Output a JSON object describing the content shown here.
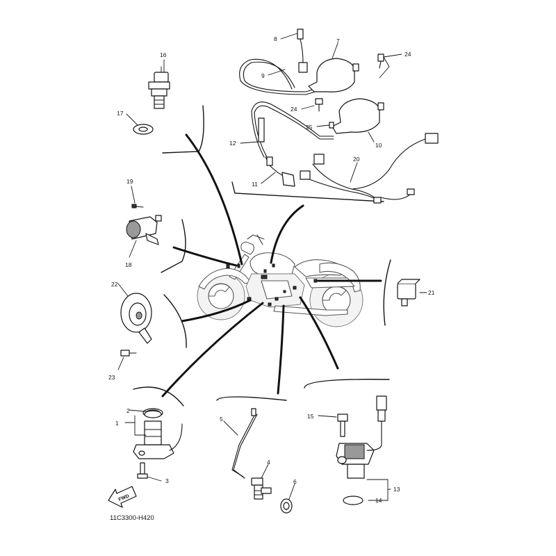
{
  "diagram_code": "11C3300-H420",
  "fwd_label": "FWD",
  "callouts": {
    "p1": "1",
    "p2": "2",
    "p3": "3",
    "p4": "4",
    "p5": "5",
    "p6": "6",
    "p7": "7",
    "p8": "8",
    "p9": "9",
    "p10": "10",
    "p11": "11",
    "p12": "12",
    "p13": "13",
    "p14": "14",
    "p15": "15",
    "p16": "16",
    "p17": "17",
    "p18": "18",
    "p19": "19",
    "p20": "20",
    "p21": "21",
    "p22": "22",
    "p23": "23",
    "p24a": "24",
    "p24b": "24",
    "p25": "25"
  }
}
